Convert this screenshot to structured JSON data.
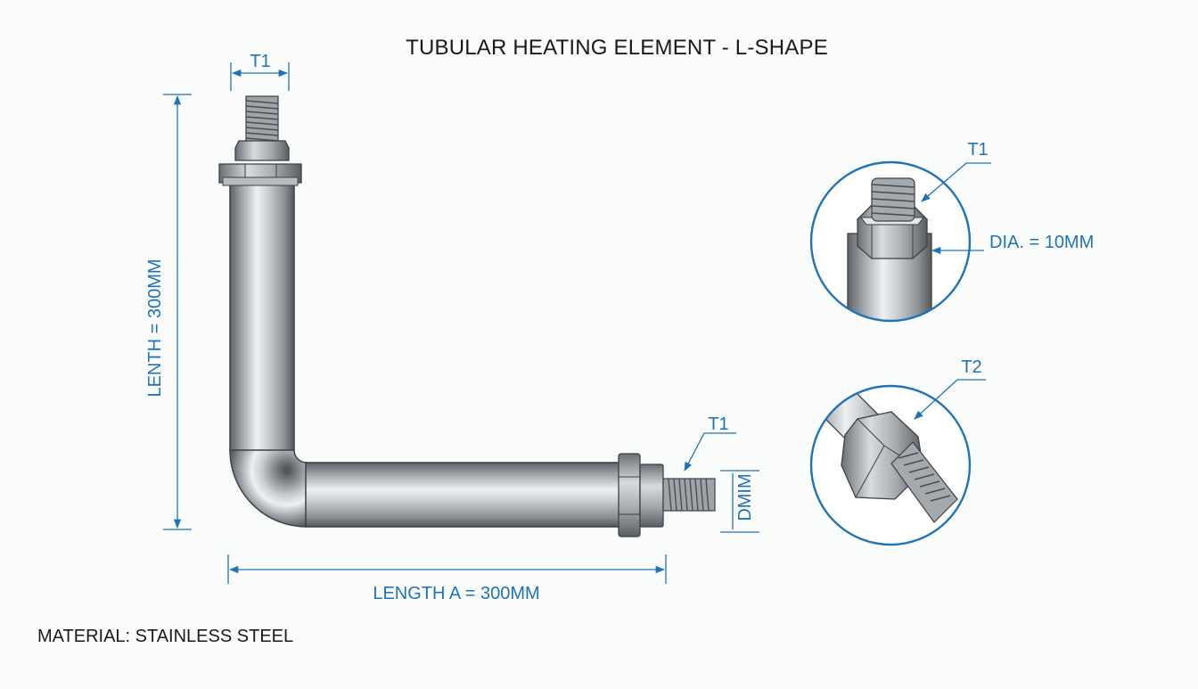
{
  "title": "TUBULAR HEATING ELEMENT - L-SHAPE",
  "material": "MATERIAL: STAINLESS STEEL",
  "dimensions": {
    "top_terminal": "T1",
    "vertical_length": "LENTH = 300MM",
    "horizontal_length": "LENGTH A = 300MM",
    "right_terminal": "T1",
    "thread_dim": "DMIM"
  },
  "detail_views": {
    "upper": {
      "label": "T1",
      "diameter": "DIA. = 10MM"
    },
    "lower": {
      "label": "T2"
    }
  },
  "colors": {
    "dimension": "#1f73b8",
    "metal_dark": "#5d6166",
    "metal_light": "#f2f4f6",
    "text": "#1a1a1a"
  }
}
